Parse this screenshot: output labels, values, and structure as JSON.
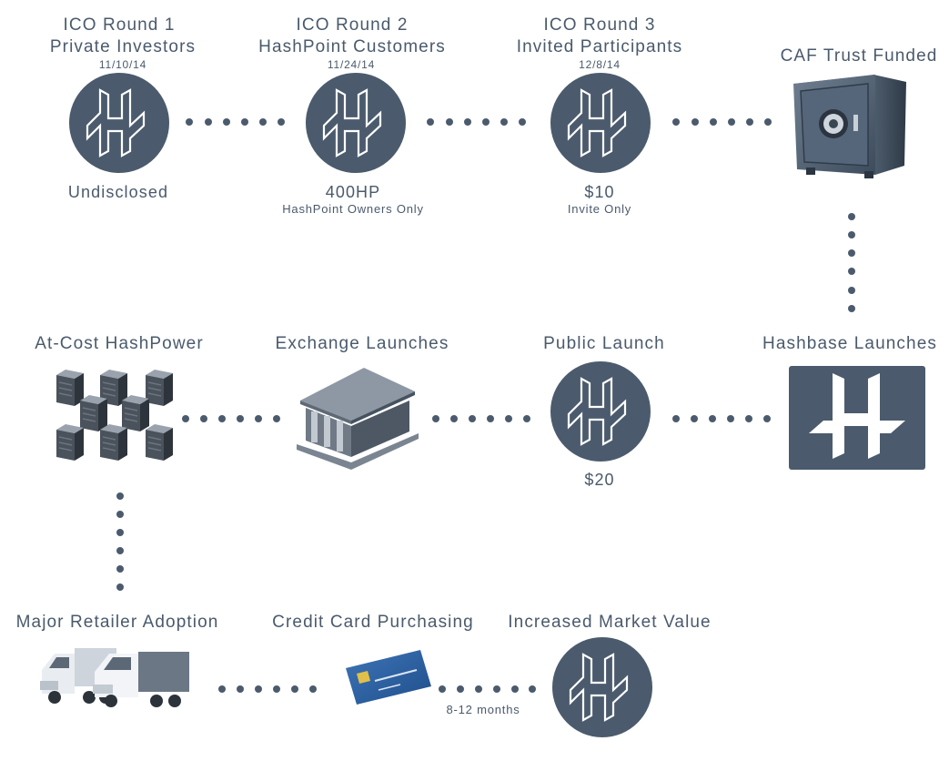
{
  "nodes": {
    "ico1": {
      "title": "ICO Round 1",
      "subtitle": "Private Investors",
      "date": "11/10/14",
      "value": "Undisclosed"
    },
    "ico2": {
      "title": "ICO Round 2",
      "subtitle": "HashPoint Customers",
      "date": "11/24/14",
      "value": "400HP",
      "note": "HashPoint Owners Only"
    },
    "ico3": {
      "title": "ICO Round 3",
      "subtitle": "Invited Participants",
      "date": "12/8/14",
      "value": "$10",
      "note": "Invite Only"
    },
    "caf": {
      "title": "CAF Trust Funded"
    },
    "hashbase": {
      "title": "Hashbase Launches"
    },
    "public": {
      "title": "Public Launch",
      "value": "$20"
    },
    "exchange": {
      "title": "Exchange Launches"
    },
    "atcost": {
      "title": "At-Cost HashPower"
    },
    "retailer": {
      "title": "Major Retailer Adoption"
    },
    "creditcard": {
      "title": "Credit Card Purchasing"
    },
    "market": {
      "title": "Increased Market Value",
      "note": "8-12 months"
    }
  },
  "colors": {
    "node": "#4b5b6d",
    "text": "#4a5a6c",
    "dots": "#4b5b6d",
    "logo_stroke": "#ffffff"
  },
  "icons": [
    "hashcoin-logo-icon",
    "safe-icon",
    "hashbase-logo-icon",
    "server-cubes-icon",
    "bank-building-icon",
    "trucks-icon",
    "credit-card-icon"
  ]
}
